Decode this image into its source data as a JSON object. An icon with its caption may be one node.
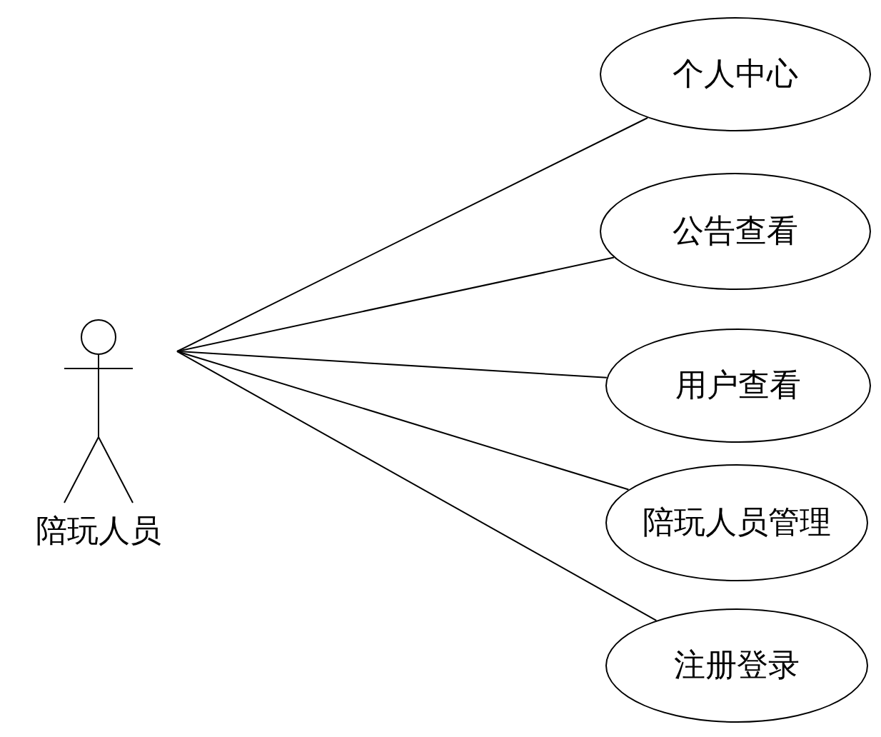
{
  "diagram": {
    "nodes": [
      {
        "text": [
          "陪玩人员"
        ]
      },
      {
        "text": [
          "个人中心"
        ]
      },
      {
        "text": [
          "公告查看"
        ]
      },
      {
        "text": [
          "用户查看"
        ]
      },
      {
        "text": [
          "陪玩人员管理"
        ]
      },
      {
        "text": [
          "注册登录"
        ]
      }
    ],
    "edges": [
      {
        "from": 0,
        "to": 1,
        "arrow": "none"
      },
      {
        "from": 0,
        "to": 2,
        "arrow": "none"
      },
      {
        "from": 0,
        "to": 3,
        "arrow": "none"
      },
      {
        "from": 0,
        "to": 4,
        "arrow": "none"
      },
      {
        "from": 0,
        "to": 5,
        "arrow": "none"
      }
    ]
  }
}
